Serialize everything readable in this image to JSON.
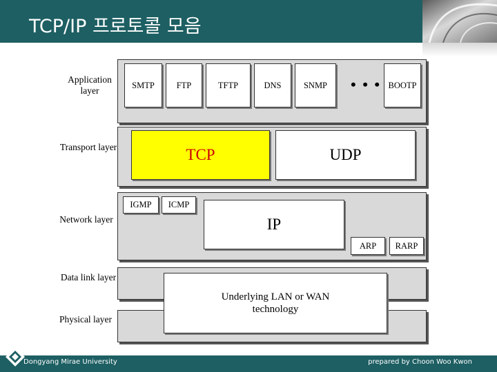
{
  "slide": {
    "title": "TCP/IP 프로토콜 모음",
    "footer_left": "Dongyang Mirae University",
    "footer_right": "prepared by Choon Woo Kwon"
  },
  "layers": {
    "application": "Application layer",
    "transport": "Transport layer",
    "network": "Network layer",
    "datalink": "Data link layer",
    "physical": "Physical layer"
  },
  "protocols": {
    "smtp": "SMTP",
    "ftp": "FTP",
    "tftp": "TFTP",
    "dns": "DNS",
    "snmp": "SNMP",
    "ellipsis": "• • •",
    "bootp": "BOOTP",
    "tcp": "TCP",
    "udp": "UDP",
    "igmp": "IGMP",
    "icmp": "ICMP",
    "ip": "IP",
    "arp": "ARP",
    "rarp": "RARP",
    "lan_wan": "Underlying LAN or WAN technology"
  },
  "colors": {
    "header": "#1d5f63",
    "band": "#d9d9d9",
    "tcp_fill": "#ffff00",
    "tcp_text": "#cc0000"
  }
}
